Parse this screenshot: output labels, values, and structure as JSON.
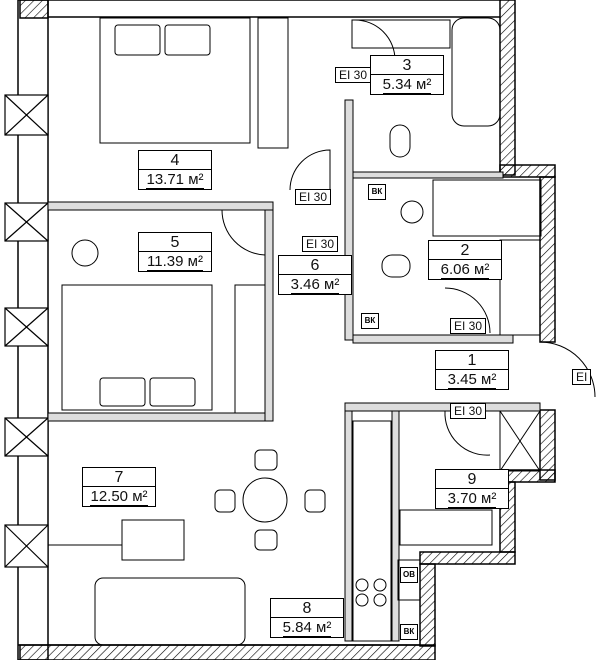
{
  "rooms": [
    {
      "id": "4",
      "number": "4",
      "area": "13.71 м²"
    },
    {
      "id": "3",
      "number": "3",
      "area": "5.34 м²"
    },
    {
      "id": "5",
      "number": "5",
      "area": "11.39 м²"
    },
    {
      "id": "6",
      "number": "6",
      "area": "3.46 м²"
    },
    {
      "id": "2",
      "number": "2",
      "area": "6.06 м²"
    },
    {
      "id": "1",
      "number": "1",
      "area": "3.45 м²"
    },
    {
      "id": "7",
      "number": "7",
      "area": "12.50 м²"
    },
    {
      "id": "9",
      "number": "9",
      "area": "3.70 м²"
    },
    {
      "id": "8",
      "number": "8",
      "area": "5.84 м²"
    }
  ],
  "door_tags": [
    "EI 30",
    "EI 30",
    "EI 30",
    "EI 30",
    "EI 30",
    "EI"
  ],
  "shaft_labels": [
    "ВК",
    "ВК",
    "ОВ",
    "ВК"
  ]
}
